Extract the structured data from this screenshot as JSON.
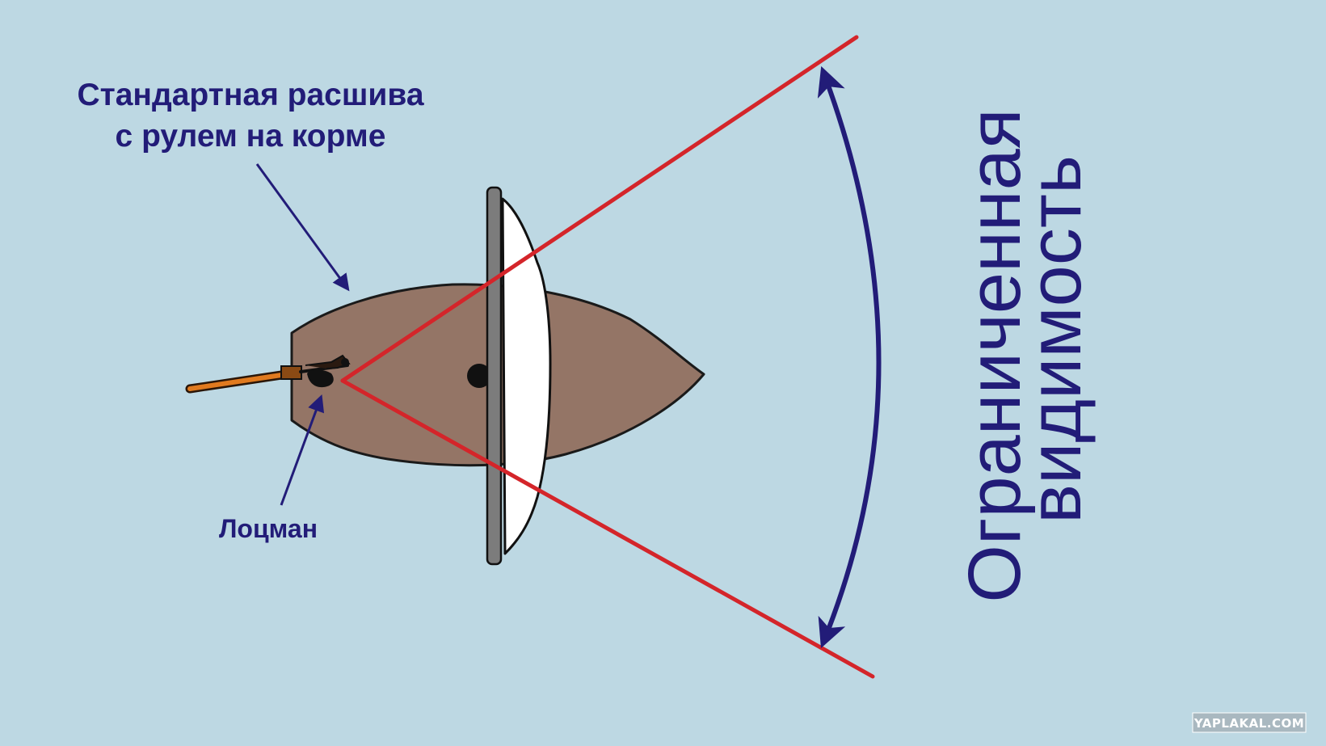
{
  "labels": {
    "boat_title_line1": "Стандартная расшива",
    "boat_title_line2": "с рулем на корме",
    "pilot": "Лоцман",
    "visibility_line1": "Ограниченная",
    "visibility_line2": "видимость"
  },
  "watermark": "YAPLAKAL.COM",
  "colors": {
    "background": "#bdd8e3",
    "text": "#221c78",
    "hull": "#947566",
    "sight_lines": "#d4252a",
    "sail": "#ffffff",
    "mast": "#7c7c7c",
    "tiller": "#e07a1f",
    "arrows": "#221c78"
  },
  "icons": [
    "boat-hull",
    "sail",
    "mast",
    "tiller",
    "pilot-figure",
    "sight-cone",
    "curved-double-arrow"
  ]
}
